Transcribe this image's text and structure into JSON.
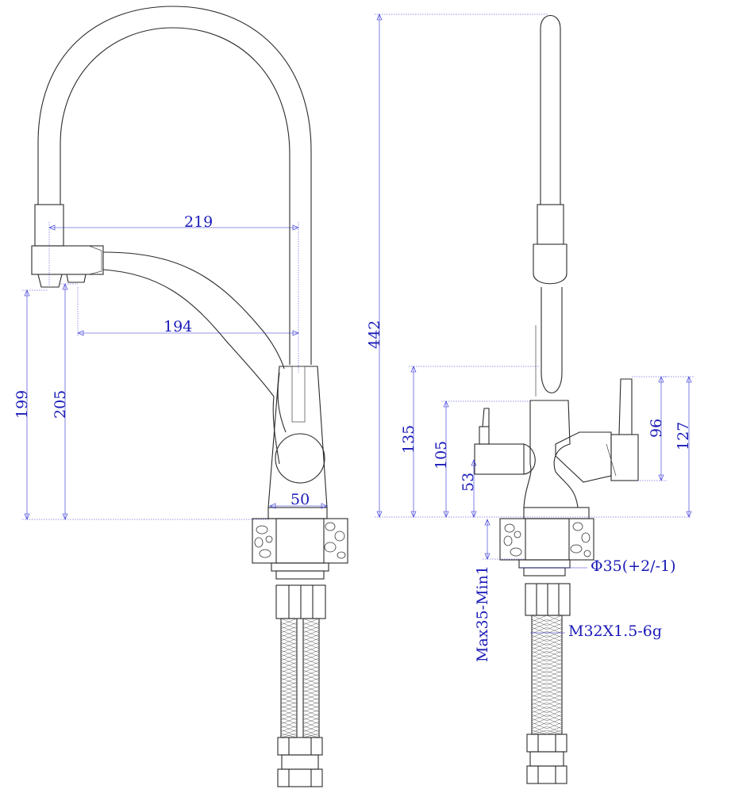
{
  "dimensions": {
    "front": {
      "spout_reach": "219",
      "handle_reach": "194",
      "height_outlet": "199",
      "height_handle": "205",
      "base_diameter": "50"
    },
    "side": {
      "total_height": "442",
      "body_height": "135",
      "lever_height": "105",
      "inlet_height": "53",
      "side_lever_length": "96",
      "side_lever_height": "127"
    }
  },
  "annotations": {
    "hole_diameter": "Φ35(+2/-1)",
    "thread": "M32X1.5-6g",
    "deck_thickness": "Max35-Min1"
  },
  "colors": {
    "outline": "#2a2a2a",
    "dimension": "#2b2bd6"
  }
}
